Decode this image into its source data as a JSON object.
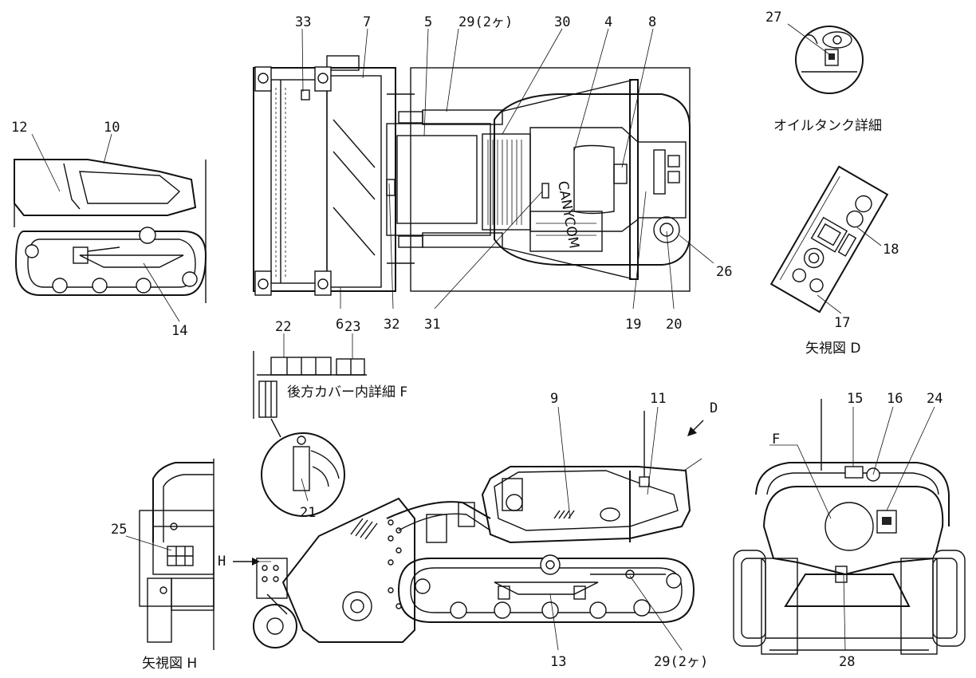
{
  "labels": {
    "l33": "33",
    "l7": "7",
    "l5": "5",
    "l29a": "29(2ヶ)",
    "l30": "30",
    "l4": "4",
    "l8": "8",
    "l27": "27",
    "l12": "12",
    "l10": "10",
    "l14": "14",
    "l6": "6",
    "l32": "32",
    "l31": "31",
    "l19": "19",
    "l20": "20",
    "l26": "26",
    "l18": "18",
    "l17": "17",
    "l22": "22",
    "l23": "23",
    "l21": "21",
    "l9": "9",
    "l11": "11",
    "lD": "D",
    "l15": "15",
    "l16": "16",
    "l24": "24",
    "lF": "F",
    "l25": "25",
    "lH": "H",
    "l13": "13",
    "l29b": "29(2ヶ)",
    "l28": "28"
  },
  "captions": {
    "oil_tank": "オイルタンク詳細",
    "view_d": "矢視図 D",
    "rear_cover": "後方カバー内詳細 F",
    "view_h": "矢視図 H"
  },
  "brand_text": "CANYCOM"
}
